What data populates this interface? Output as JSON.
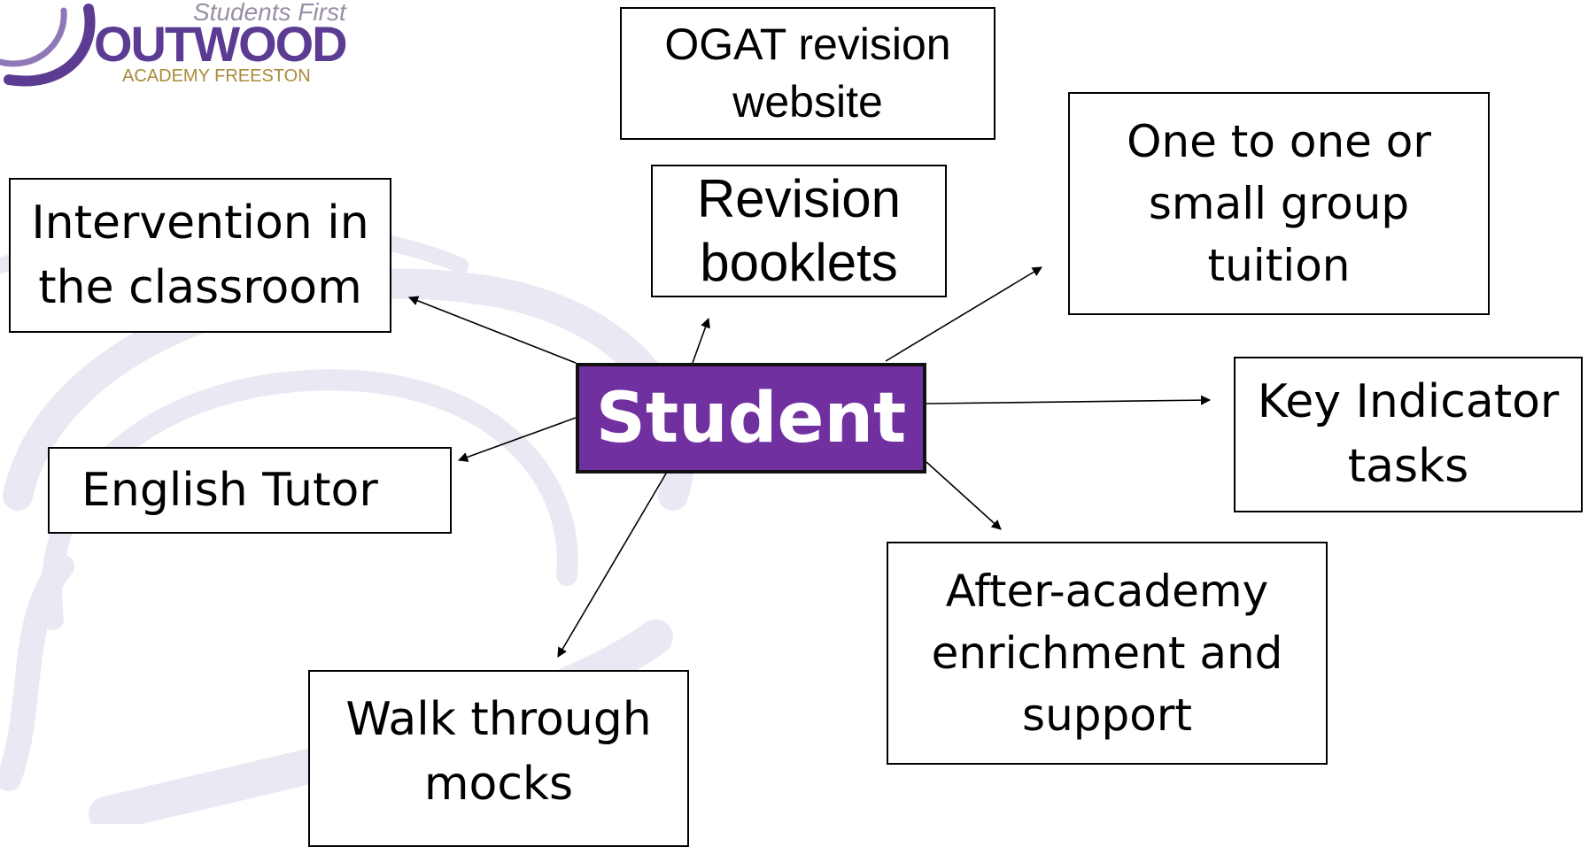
{
  "logo": {
    "tagline": "Students First",
    "name": "OUTWOOD",
    "subname": "ACADEMY FREESTON"
  },
  "center": {
    "label": "Student"
  },
  "nodes": {
    "ogat": "OGAT revision\nwebsite",
    "booklets": "Revision\nbooklets",
    "tuition": "One to one or\nsmall group\ntuition",
    "intervention": "Intervention in\nthe classroom",
    "key_indicator": "Key Indicator\ntasks",
    "english_tutor": "English Tutor",
    "after_academy": "After-academy\nenrichment and\nsupport",
    "walk_through": "Walk through\nmocks"
  },
  "colors": {
    "center_fill": "#7030a0",
    "logo_purple": "#5c3c92",
    "logo_gold": "#a88a3a",
    "swirl": "#ebe7f3"
  }
}
